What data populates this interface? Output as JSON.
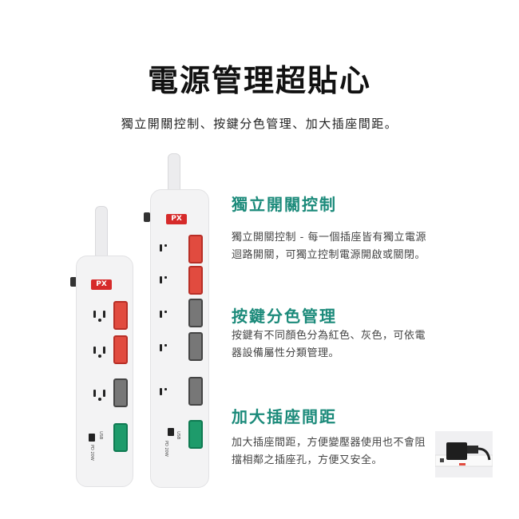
{
  "header": {
    "title": "電源管理超貼心",
    "subtitle": "獨立開關控制、按鍵分色管理、加大插座間距。"
  },
  "product": {
    "brand_logo": "PX",
    "usb_label": "USB",
    "pd_label": "PD 20W"
  },
  "features": [
    {
      "heading": "獨立開關控制",
      "body": "獨立開關控制 - 每一個插座皆有獨立電源迴路開關，可獨立控制電源開啟或關閉。"
    },
    {
      "heading": "按鍵分色管理",
      "body": "按鍵有不同顏色分為紅色、灰色，可依電器設備屬性分類管理。"
    },
    {
      "heading": "加大插座間距",
      "body": "加大插座間距，方便變壓器使用也不會阻擋相鄰之插座孔，方便又安全。"
    }
  ],
  "colors": {
    "accent_teal": "#1b8a7a",
    "switch_red": "#e14b3f",
    "switch_gray": "#777777",
    "switch_green": "#1e9b6b",
    "logo_red": "#d62a2a"
  }
}
